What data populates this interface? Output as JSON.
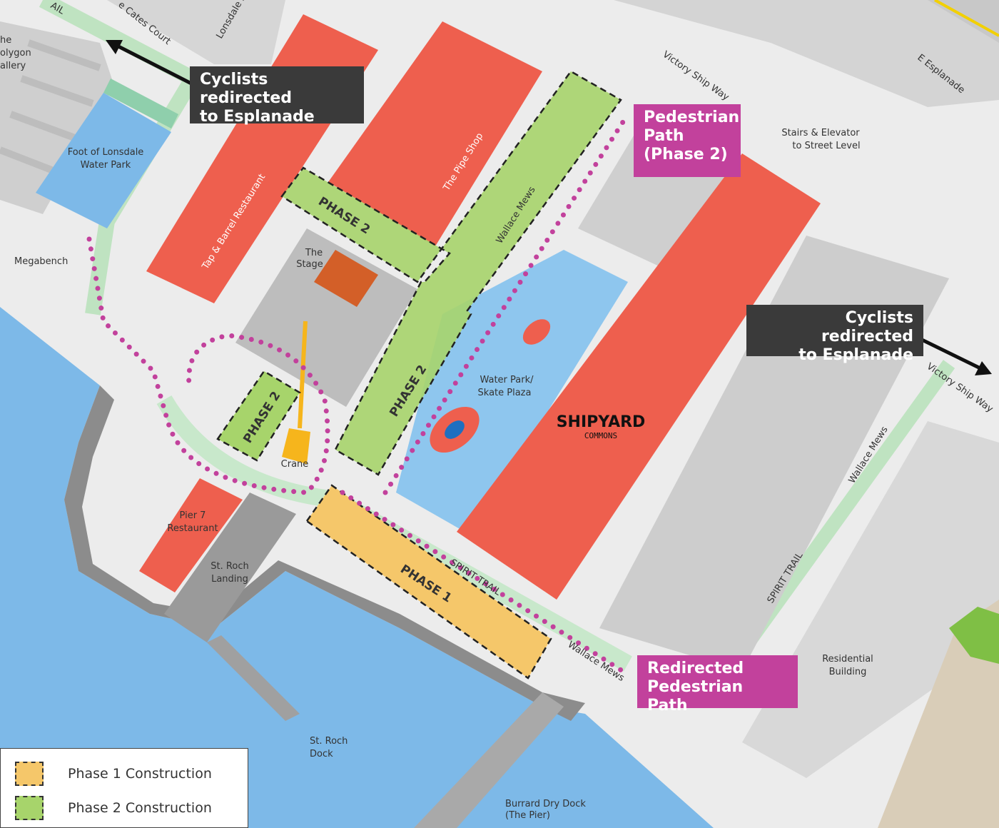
{
  "colors": {
    "building": "#ee5f4e",
    "phase1": "#f5c76a",
    "phase2": "#a7d46b",
    "water": "#7db9e8",
    "pedestrian_path": "#c2419c",
    "callout_dark": "#3a3a3a",
    "trail": "#bfe3c1"
  },
  "callouts": {
    "cyclists_top": "Cyclists redirected\nto Esplanade",
    "cyclists_right": "Cyclists redirected\nto Esplanade",
    "pedestrian_phase2": "Pedestrian\nPath\n(Phase 2)",
    "redirected_pedestrian": "Redirected\nPedestrian Path"
  },
  "labels": {
    "polygon_1": "he",
    "polygon_2": "olygon",
    "polygon_3": "allery",
    "cates_court": "e Cates Court",
    "lonsdale": "Lonsdale A",
    "water_park_1": "Foot of Lonsdale",
    "water_park_2": "Water Park",
    "megabench": "Megabench",
    "tap_barrel": "Tap & Barrel Restaurant",
    "pipe_shop": "The Pipe Shop",
    "wallace_mews_top": "Wallace Mews",
    "stage_1": "The",
    "stage_2": "Stage",
    "crane": "Crane",
    "victory_ship_way_top": "Victory Ship Way",
    "e_esplanade": "E Esplanade",
    "stairs_1": "Stairs & Elevator",
    "stairs_2": "to Street Level",
    "skate_1": "Water Park/",
    "skate_2": "Skate Plaza",
    "shipyard": "SHIPYARD",
    "commons": "COMMONS",
    "victory_ship_way_right": "Victory Ship Way",
    "wallace_mews_right": "Wallace Mews",
    "spirit_trail_right": "SPIRIT TRAIL",
    "spirit_trail_bottom": "SPIRIT TRAIL",
    "wallace_mews_bottom": "Wallace Mews",
    "pier7_1": "Pier 7",
    "pier7_2": "Restaurant",
    "st_roch_landing_1": "St. Roch",
    "st_roch_landing_2": "Landing",
    "st_roch_dock_1": "St. Roch",
    "st_roch_dock_2": "Dock",
    "burrard_1": "Burrard Dry Dock",
    "burrard_2": "(The Pier)",
    "residential_1": "Residential",
    "residential_2": "Building",
    "trail_top": "AIL"
  },
  "zones": {
    "phase2_top": "PHASE 2",
    "phase2_mid": "PHASE 2",
    "phase2_small": "PHASE 2",
    "phase1": "PHASE 1"
  },
  "legend": [
    {
      "label": "Phase 1 Construction",
      "color": "#f5c76a"
    },
    {
      "label": "Phase 2  Construction",
      "color": "#a7d46b"
    }
  ]
}
